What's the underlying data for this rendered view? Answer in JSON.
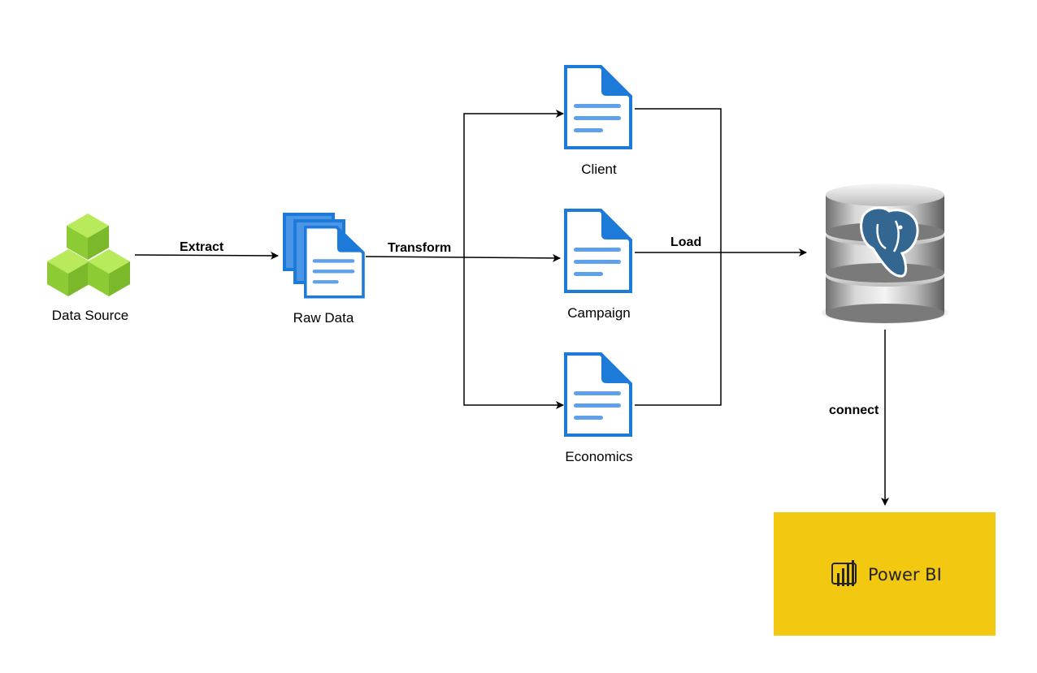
{
  "diagram": {
    "nodes": {
      "data_source": {
        "label": "Data Source",
        "icon": "cubes-icon",
        "color": "#8CC63F"
      },
      "raw_data": {
        "label": "Raw Data",
        "icon": "stacked-documents-icon",
        "color": "#1E7AD9"
      },
      "client": {
        "label": "Client",
        "icon": "document-icon",
        "color": "#1E7AD9"
      },
      "campaign": {
        "label": "Campaign",
        "icon": "document-icon",
        "color": "#1E7AD9"
      },
      "economics": {
        "label": "Economics",
        "icon": "document-icon",
        "color": "#1E7AD9"
      },
      "database": {
        "label": "",
        "icon": "postgresql-database-icon",
        "color": "#336791"
      },
      "power_bi": {
        "label": "Power BI",
        "icon": "power-bi-icon",
        "color": "#F2C811"
      }
    },
    "edges": {
      "extract": {
        "label": "Extract",
        "from": "data_source",
        "to": "raw_data"
      },
      "transform": {
        "label": "Transform",
        "from": "raw_data",
        "to": [
          "client",
          "campaign",
          "economics"
        ]
      },
      "load": {
        "label": "Load",
        "from": [
          "client",
          "campaign",
          "economics"
        ],
        "to": "database"
      },
      "connect": {
        "label": "connect",
        "from": "database",
        "to": "power_bi"
      }
    }
  }
}
